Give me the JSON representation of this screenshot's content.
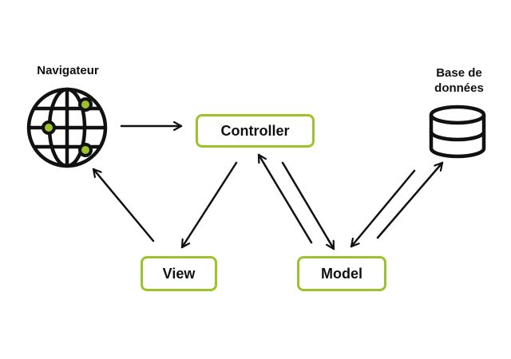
{
  "diagram": {
    "type": "MVC architecture",
    "accent_color": "#9cc32c",
    "line_color": "#111111",
    "icons": {
      "browser": {
        "label": "Navigateur",
        "icon": "globe-icon"
      },
      "database": {
        "label": "Base de données",
        "label_lines": [
          "Base de",
          "données"
        ],
        "icon": "database-icon"
      }
    },
    "nodes": {
      "controller": "Controller",
      "view": "View",
      "model": "Model"
    },
    "edges": [
      {
        "from": "Navigateur",
        "to": "Controller"
      },
      {
        "from": "Controller",
        "to": "View"
      },
      {
        "from": "View",
        "to": "Navigateur"
      },
      {
        "from": "Controller",
        "to": "Model"
      },
      {
        "from": "Model",
        "to": "Controller"
      },
      {
        "from": "Model",
        "to": "Base de données"
      },
      {
        "from": "Base de données",
        "to": "Model"
      }
    ]
  }
}
